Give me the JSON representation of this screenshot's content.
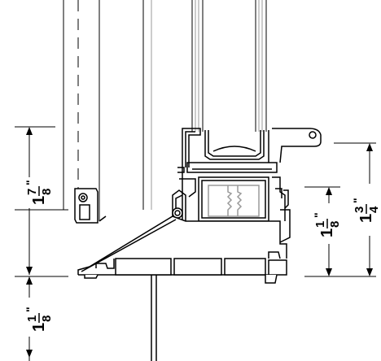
{
  "diagram": {
    "type": "window-sill-section-detail",
    "dimensions": [
      {
        "id": "dim-left-upper",
        "whole": "1",
        "numerator": "7",
        "denominator": "8",
        "unit": "\""
      },
      {
        "id": "dim-left-lower",
        "whole": "1",
        "numerator": "1",
        "denominator": "8",
        "unit": "\""
      },
      {
        "id": "dim-right-inner",
        "whole": "1",
        "numerator": "1",
        "denominator": "8",
        "unit": "\""
      },
      {
        "id": "dim-right-outer",
        "whole": "1",
        "numerator": "3",
        "denominator": "4",
        "unit": "\""
      }
    ],
    "colors": {
      "line": "#000000",
      "glass": "#9a9a9a",
      "background": "#ffffff"
    }
  }
}
